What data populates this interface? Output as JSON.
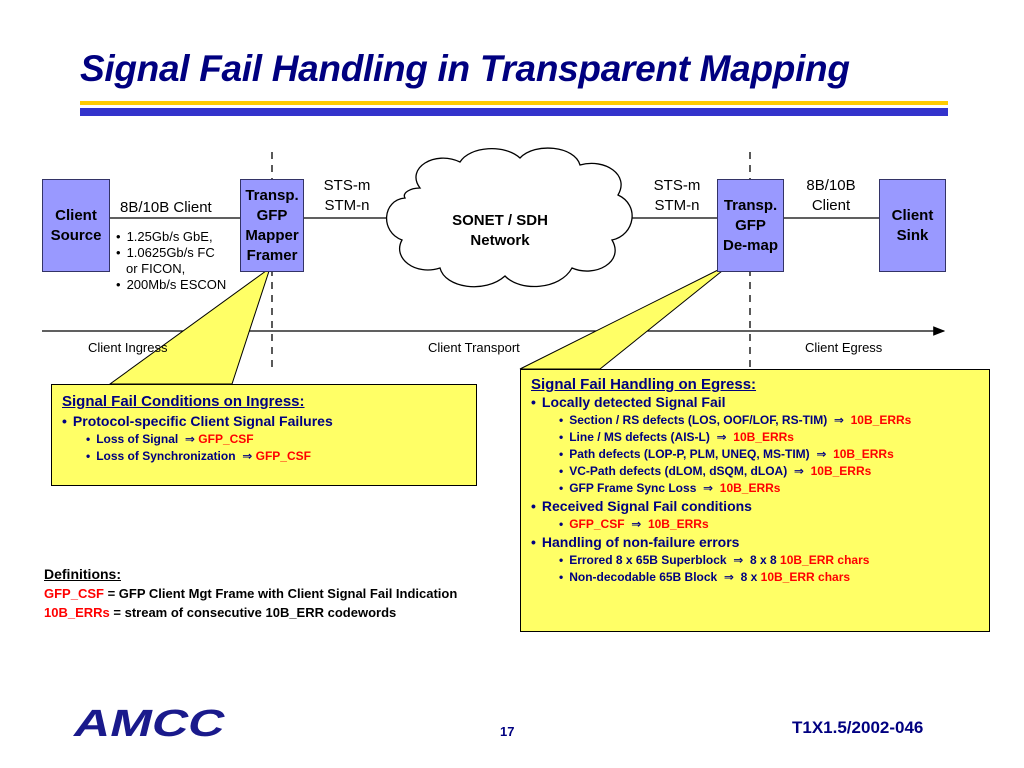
{
  "title": "Signal Fail Handling in Transparent Mapping",
  "diagram": {
    "client_source": "Client\nSource",
    "mapper": "Transp.\nGFP\nMapper\nFramer",
    "demap": "Transp.\nGFP\nDe-map",
    "client_sink": "Client\nSink",
    "left_client_label": "8B/10B Client",
    "right_client_label": "8B/10B\nClient",
    "sts_left": "STS-m\nSTM-n",
    "sts_right": "STS-m\nSTM-n",
    "cloud": "SONET / SDH\nNetwork",
    "rates": [
      "1.25Gb/s GbE,",
      "1.0625Gb/s FC",
      "or FICON,",
      "200Mb/s ESCON"
    ],
    "client_ingress": "Client Ingress",
    "client_transport": "Client Transport",
    "client_egress": "Client Egress"
  },
  "ingress": {
    "title": "Signal Fail Conditions on Ingress:",
    "item": "Protocol-specific Client Signal Failures",
    "subitems": [
      {
        "text": "Loss of Signal",
        "result": "GFP_CSF"
      },
      {
        "text": "Loss of Synchronization",
        "result": "GFP_CSF"
      }
    ]
  },
  "egress": {
    "title": "Signal Fail Handling on Egress:",
    "group1": "Locally detected Signal Fail",
    "group1_items": [
      {
        "text": "Section / RS defects (LOS, OOF/LOF, RS-TIM)",
        "result": "10B_ERRs"
      },
      {
        "text": "Line / MS defects (AIS-L)",
        "result": "10B_ERRs"
      },
      {
        "text": "Path defects (LOP-P, PLM, UNEQ, MS-TIM)",
        "result": "10B_ERRs"
      },
      {
        "text": "VC-Path defects (dLOM, dSQM, dLOA)",
        "result": "10B_ERRs"
      },
      {
        "text": "GFP Frame Sync Loss",
        "result": "10B_ERRs"
      }
    ],
    "group2": "Received Signal Fail conditions",
    "group2_item": {
      "text": "GFP_CSF",
      "result": "10B_ERRs"
    },
    "group3": "Handling of non-failure errors",
    "group3_items": [
      {
        "text": "Errored 8 x 65B Superblock",
        "mid": "8 x 8",
        "result": "10B_ERR chars"
      },
      {
        "text": "Non-decodable 65B Block",
        "mid": "8 x",
        "result": "10B_ERR chars"
      }
    ]
  },
  "definitions": {
    "heading": "Definitions:",
    "d1_term": "GFP_CSF",
    "d1_text": "= GFP Client Mgt Frame with Client Signal Fail Indication",
    "d2_term": "10B_ERRs",
    "d2_text": "= stream of consecutive 10B_ERR codewords"
  },
  "footer": {
    "logo": "AMCC",
    "page": "17",
    "doc_id": "T1X1.5/2002-046"
  },
  "colors": {
    "title": "#000080",
    "box_fill": "#9999ff",
    "callout_fill": "#ffff66",
    "rule_yellow": "#ffcc00",
    "rule_blue": "#3333cc",
    "red": "#ff0000"
  }
}
